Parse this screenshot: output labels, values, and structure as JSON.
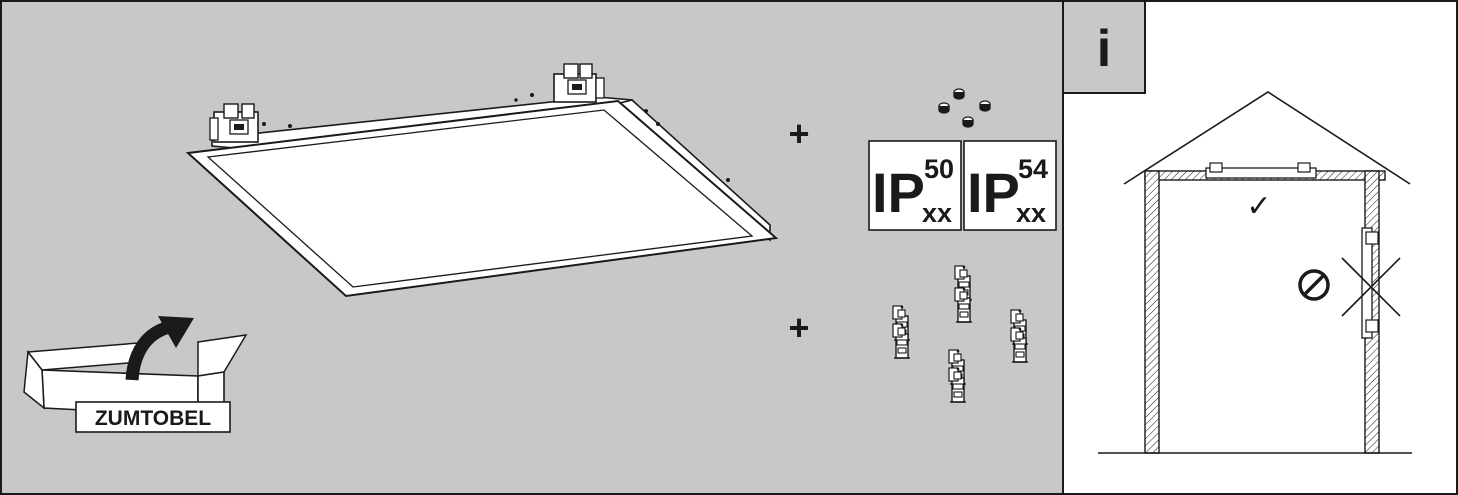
{
  "box": {
    "brand": "ZUMTOBEL"
  },
  "accessories": {
    "plus_symbol": "+",
    "ip_ratings": [
      {
        "prefix": "IP",
        "sup": "50",
        "sub": "xx"
      },
      {
        "prefix": "IP",
        "sup": "54",
        "sub": "xx"
      }
    ]
  },
  "info_panel": {
    "tab_label": "i",
    "allowed_mark": "✓"
  },
  "colors": {
    "main_background": "#c8c8c8",
    "tab_background": "#c8c8c8",
    "line": "#1a1a1a"
  },
  "icons": [
    "open-box-icon",
    "arrow-icon",
    "check-icon",
    "prohibited-icon",
    "cross-icon"
  ]
}
